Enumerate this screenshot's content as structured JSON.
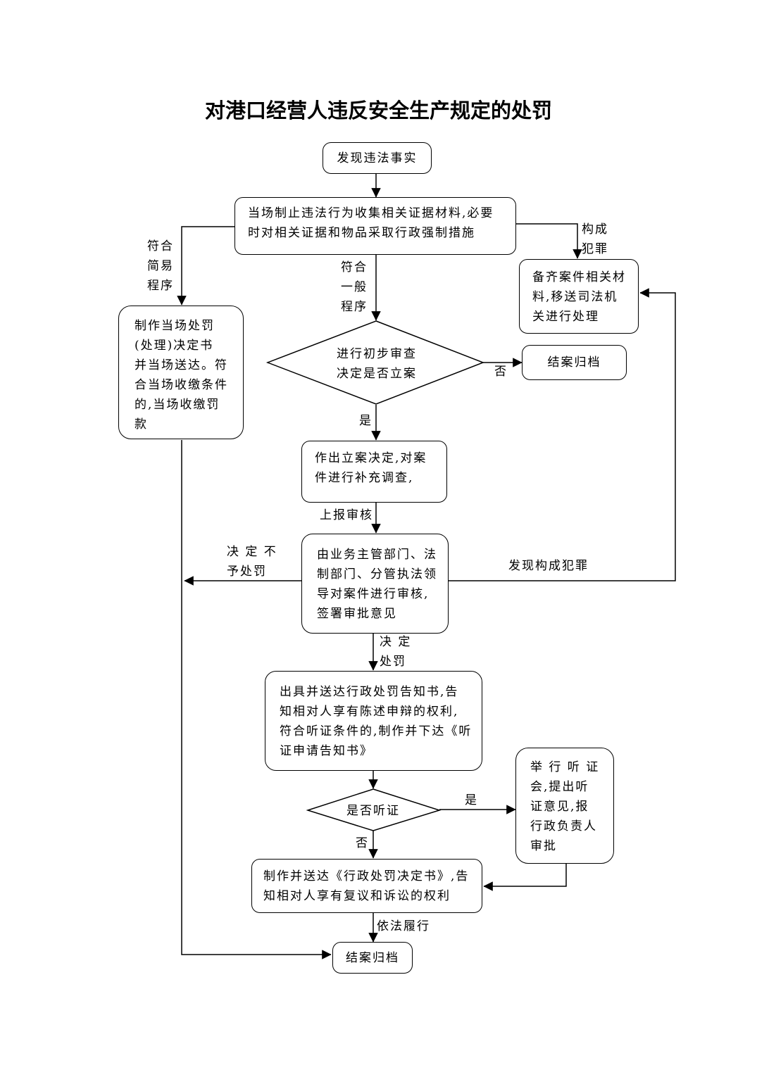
{
  "title": "对港口经营人违反安全生产规定的处罚",
  "nodes": {
    "discover": "发现违法事实",
    "stop": "当场制止违法行为收集相关证据材料,必要\n时对相关证据和物品采取行政强制措施",
    "transfer": "备齐案件相关材\n料,移送司法机\n关进行处理",
    "simple": "制作当场处罚\n(处理)决定书\n并当场送达。符\n合当场收缴条件\n的,当场收缴罚\n款",
    "review": "进行初步审查\n决定是否立案",
    "close1": "结案归档",
    "file_case": "作出立案决定,对案\n件进行补充调查,",
    "approve": "由业务主管部门、法\n制部门、分管执法领\n导对案件进行审核,\n签署审批意见",
    "notice": "出具并送达行政处罚告知书,告\n知相对人享有陈述申辩的权利,\n符合听证条件的,制作并下达《听\n证申请告知书》",
    "hearing_q": "是否听证",
    "hearing": "举 行 听 证\n会,提出听\n证意见,报\n行政负责人\n审批",
    "decision": "制作并送达《行政处罚决定书》,告\n知相对人享有复议和诉讼的权利",
    "close2": "结案归档"
  },
  "labels": {
    "simple_proc": "符合\n简易\n程序",
    "general_proc": "符合\n一般\n程序",
    "crime": "构成\n犯罪",
    "no1": "否",
    "yes1": "是",
    "report": "上报审核",
    "no_penalty": "决 定 不\n予处罚",
    "found_crime": "发现构成犯罪",
    "decide_penalty": "决 定\n处罚",
    "yes2": "是",
    "no2": "否",
    "comply": "依法履行"
  }
}
